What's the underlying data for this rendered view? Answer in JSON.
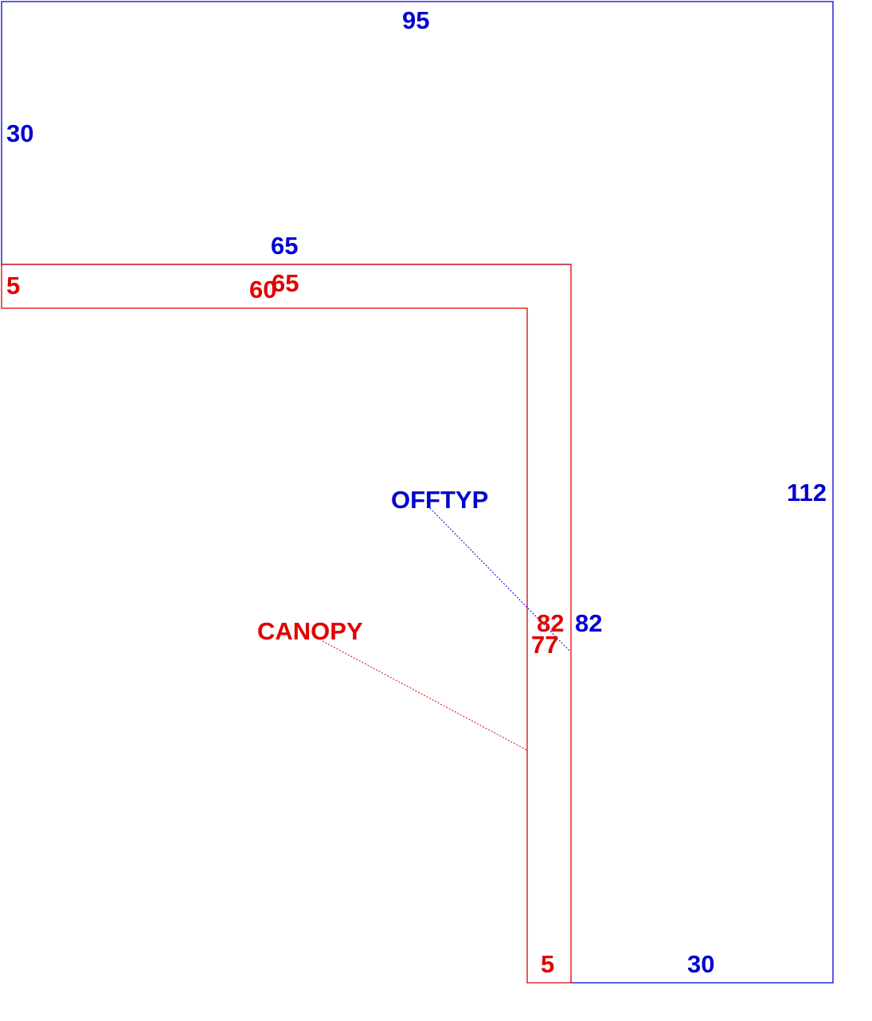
{
  "colors": {
    "offtyp": "#0000d0",
    "canopy": "#e00000",
    "background": "#ffffff"
  },
  "labels": {
    "offtyp": "OFFTYP",
    "canopy": "CANOPY"
  },
  "offtyp_dimensions": {
    "top": "95",
    "left": "30",
    "inner_top": "65",
    "inner_right": "82",
    "right": "112",
    "bottom": "30"
  },
  "canopy_dimensions": {
    "left": "5",
    "inner_top": "60",
    "top": "65",
    "outer_right": "82",
    "inner_right": "77",
    "bottom": "5"
  }
}
